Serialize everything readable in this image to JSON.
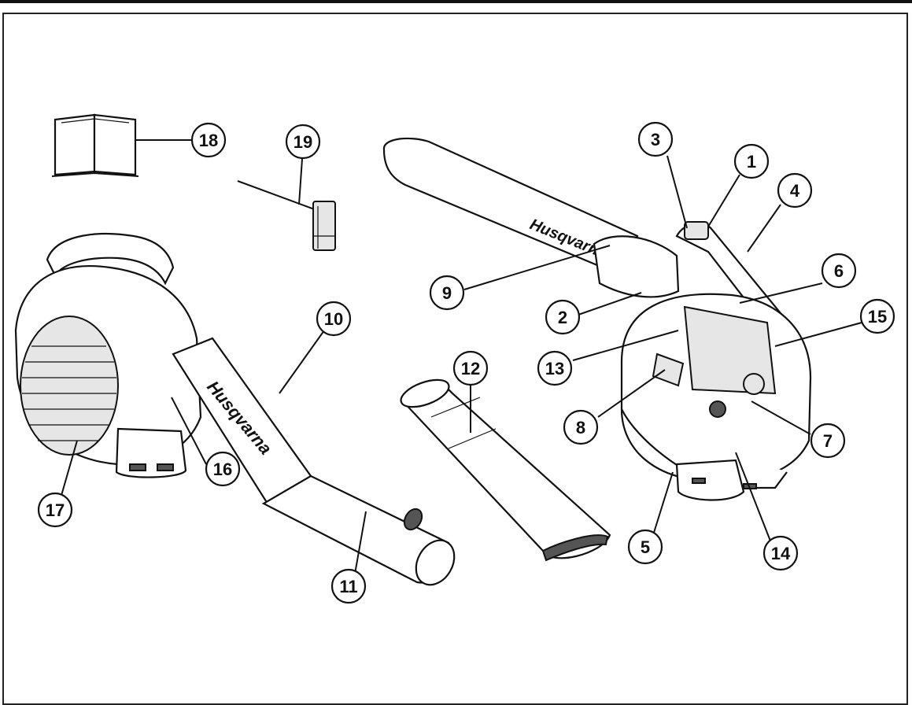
{
  "diagram": {
    "brand_text": "Husqvarna",
    "callouts": [
      {
        "id": "c1",
        "label": "1"
      },
      {
        "id": "c2",
        "label": "2"
      },
      {
        "id": "c3",
        "label": "3"
      },
      {
        "id": "c4",
        "label": "4"
      },
      {
        "id": "c5",
        "label": "5"
      },
      {
        "id": "c6",
        "label": "6"
      },
      {
        "id": "c7",
        "label": "7"
      },
      {
        "id": "c8",
        "label": "8"
      },
      {
        "id": "c9",
        "label": "9"
      },
      {
        "id": "c10",
        "label": "10"
      },
      {
        "id": "c11",
        "label": "11"
      },
      {
        "id": "c12",
        "label": "12"
      },
      {
        "id": "c13",
        "label": "13"
      },
      {
        "id": "c14",
        "label": "14"
      },
      {
        "id": "c15",
        "label": "15"
      },
      {
        "id": "c16",
        "label": "16"
      },
      {
        "id": "c17",
        "label": "17"
      },
      {
        "id": "c18",
        "label": "18"
      },
      {
        "id": "c19",
        "label": "19"
      }
    ]
  }
}
